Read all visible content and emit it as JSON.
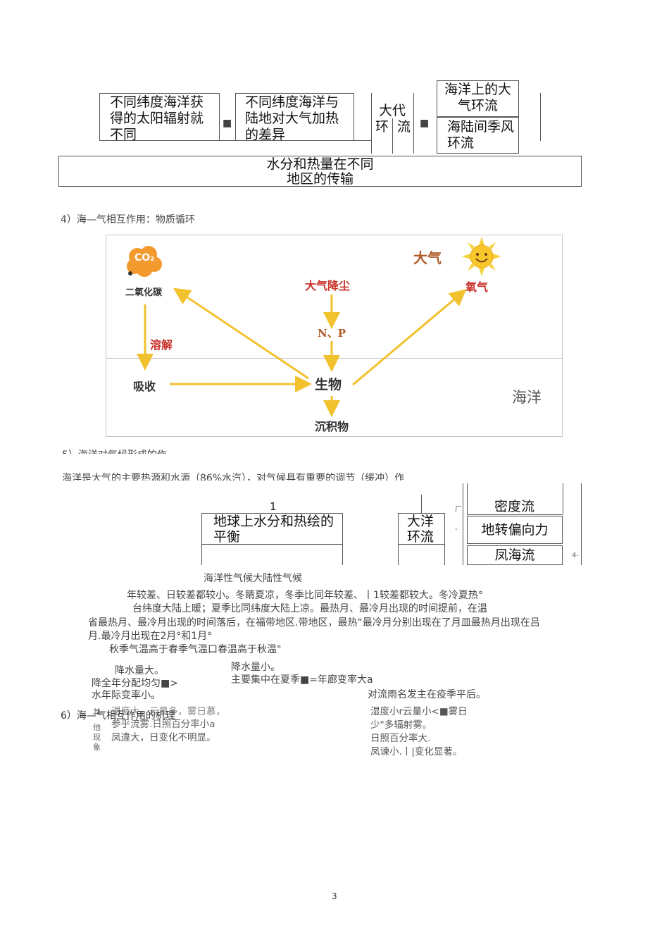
{
  "top_diagram": {
    "box_solar": "不同纬度海洋获得的太阳辐射就不同",
    "box_heating": "不同纬度海洋与陆地对大气加热的差异",
    "circulation_l1": "大代",
    "circulation_l2a": "环",
    "circulation_l2b": "流",
    "box_ocean_air": "海洋上的大气环流",
    "box_monsoon": "海陆间季风环流",
    "bullet_1": "■",
    "bullet_2": "■",
    "transport": "水分和热量在不同地区的传输"
  },
  "section4": {
    "heading": "4）海—气相互作用：物质循环"
  },
  "cycle_diagram": {
    "co2_badge": "CO₂",
    "co2": "二氧化碳",
    "atmosphere": "大气",
    "oxygen": "氧气",
    "dust": "大气降尘",
    "np": "N、P",
    "dissolve": "溶解",
    "absorb": "吸收",
    "organism": "生物",
    "ocean": "海洋",
    "sediment": "沉积物"
  },
  "section5": {
    "heading": "5）海洋对气候形成的作",
    "intro": "海洋是大气的主要热源和水源（86%水汽），对气候具有重要的调节（缓冲）作"
  },
  "mid_diagram": {
    "num": "1",
    "box_balance": "地球上水分和热绘的平衡",
    "box_ocean_circ": "大洋环流",
    "box_density": "密度流",
    "box_coriolis": "地转偏向力",
    "box_wind": "凤海流",
    "mark_a": "厂",
    "mark_b": "-",
    "mark_c": "4-"
  },
  "climate": {
    "header": "海洋性气候大陆性气候",
    "p1": "年较差、日较差都较小。冬睛夏凉，冬季比同年较差、丨1较差都较大。冬冷夏热°",
    "p2": "台纬度大陆上暖；夏季比同纬度大陆上凉。最热月、最冷月出现的时间提前，在温",
    "p3": "省最热月、最冷月出现的时间落后，在福带地区.带地区，最热“最冷月分别出现在了月皿最热月出现在吕",
    "p4": "月.最冷月出现在2月°和1月°",
    "p5": "秋季气温高于春季气温口春温高于秋温\"",
    "precip_l1": "降水量大。",
    "precip_l2": "降全年分配均匀■>",
    "precip_l3": "水年际变率小。",
    "precip_r1": "降水量小。",
    "precip_r2": "主要集中在夏季■=年廊变率大a",
    "precip_r3": "对流雨名发主在疫季平后。"
  },
  "section6": {
    "heading": "6）海—气相互作用的机理"
  },
  "other": {
    "side_label_1": "其",
    "side_label_2": "他",
    "side_label_3": "现",
    "side_label_4": "象",
    "left_l1": "湿度大，云量多，雾日慕，",
    "left_l2": "参乎流雾.日照百分率小a",
    "left_l3": "凤違大，日变化不明显。",
    "right_l1": "湿度小r云量小<■雾日",
    "right_l2": "少\"多辐射雾。",
    "right_l3": "日照百分率大.",
    "right_l4": "凤谏小.丨|变化显著。"
  },
  "footer": {
    "page_number": "3"
  },
  "colors": {
    "arrow": "#f2c12e",
    "label_red": "#c8322a",
    "label_dark": "#333333",
    "ocean_text": "#555555"
  }
}
